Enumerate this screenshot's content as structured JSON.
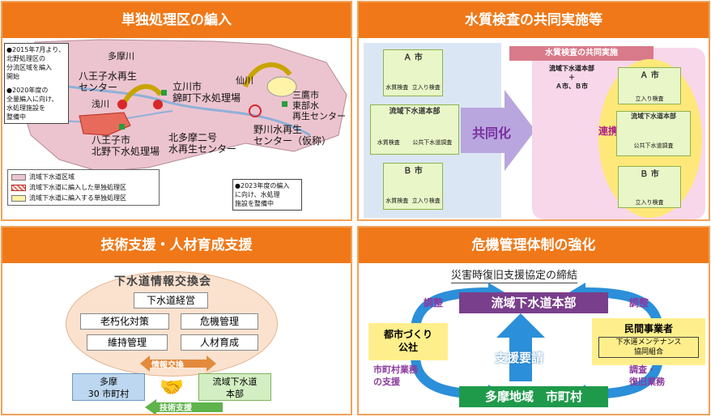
{
  "panels": {
    "p1": {
      "title": "単独処理区の編入",
      "note_left": [
        "●2015年7月より、",
        "北野処理区の",
        "分流区域を編入",
        "開始",
        "",
        "●2020年度の",
        "全量編入に向け、",
        "水処理施設を",
        "整備中"
      ],
      "map_labels": {
        "tamagawa": "多摩川",
        "senkawa": "仙川",
        "asakawa": "浅川",
        "hachioji_center": [
          "八王子水再生",
          "センター"
        ],
        "tachikawa": [
          "立川市",
          "錦町下水処理場"
        ],
        "hachioji_kitano": [
          "八王子市",
          "北野下水処理場"
        ],
        "kitatama2": [
          "北多摩二号",
          "水再生センター"
        ],
        "mitaka": [
          "三鷹市",
          "東部水",
          "再生センター"
        ],
        "nogawa": [
          "野川水再生",
          "センター（仮称）"
        ]
      },
      "legend": [
        "流域下水道区域",
        "流域下水道に編入した単独処理区",
        "流域下水道に編入する単独処理区"
      ],
      "note_right": [
        "●2023年度の編入",
        "に向け、水処理",
        "施設を整備中"
      ]
    },
    "p2": {
      "title": "水質検査の共同実施等",
      "left_boxes": [
        {
          "title": "Ａ 市",
          "items": [
            "水質検査",
            "立入り検査"
          ]
        },
        {
          "title": "流域下水道本部",
          "items": [
            "水質検査",
            "公共下水道調査"
          ]
        },
        {
          "title": "Ｂ 市",
          "items": [
            "水質検査",
            "立入り検査"
          ]
        }
      ],
      "arrow_label": "共同化",
      "right_header": "水質検査の共同実施",
      "right_sub": [
        "流域下水道本部",
        "＋",
        "Ａ市、Ｂ市"
      ],
      "renkei": "連携",
      "right_boxes": [
        {
          "title": "Ａ 市",
          "items": [
            "立入り検査"
          ]
        },
        {
          "title": "流域下水道本部",
          "items": [
            "公共下水道調査"
          ]
        },
        {
          "title": "Ｂ 市",
          "items": [
            "立入り検査"
          ]
        }
      ]
    },
    "p3": {
      "title": "技術支援・人材育成支援",
      "oval_title": "下水道情報交換会",
      "topics": [
        "下水道経営",
        "老朽化対策",
        "危機管理",
        "維持管理",
        "人材育成"
      ],
      "info_exchange": "情報交換",
      "left_party": [
        "多摩",
        "30 市町村"
      ],
      "right_party": [
        "流域下水道",
        "本部"
      ],
      "tech_support": "技術支援"
    },
    "p4": {
      "title": "危機管理体制の強化",
      "subtitle": "災害時復旧支援協定の締結",
      "top_box": "流域下水道本部",
      "bottom_box": "多摩地域　市町村",
      "left_box": [
        "都市づくり",
        "公社"
      ],
      "right_box": [
        "民間事業者",
        "下水道メンテナンス",
        "協同組合"
      ],
      "left_top_label": "調整",
      "right_top_label": "調整",
      "support_request": "支援要請",
      "left_bottom_label": [
        "市町村業務",
        "の支援"
      ],
      "right_bottom_label": [
        "調査・",
        "復旧業務"
      ]
    }
  }
}
